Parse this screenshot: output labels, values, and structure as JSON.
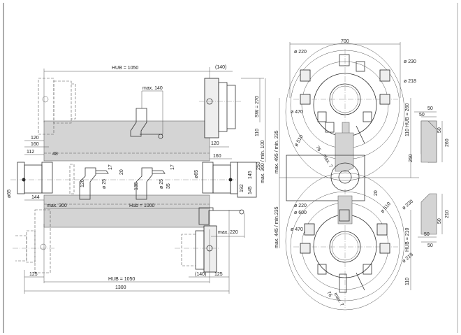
{
  "side_view": {
    "top": {
      "hub": "HUB = 1050",
      "offset": "(140)",
      "max_tool": "max. 140",
      "sw": "SW = 270",
      "dim_110": "110",
      "height": "max. 360 / min. 100"
    },
    "middle": {
      "left_120": "120",
      "left_160": "160",
      "left_112": "112",
      "left_48": "48",
      "right_120": "120",
      "right_160": "160",
      "dia65_right": "ø65",
      "dia65_left": "ø65",
      "dim_250": "250",
      "dim_145a": "145",
      "dim_192": "192",
      "dim_145b": "145",
      "t1_17": "17",
      "t1_20": "20",
      "t1_120": "120",
      "t1_d25": "ø 25",
      "t2_17": "17",
      "t2_135": "135",
      "t2_d25": "ø 25",
      "t2_35": "35",
      "dim_144": "144"
    },
    "bottom": {
      "max_300": "max. 300",
      "hub_1000": "Hub = 1000",
      "max_220": "max. 220",
      "left_125": "125",
      "hub": "HUB = 1050",
      "offset": "(140)",
      "right_125": "125",
      "total": "1300"
    }
  },
  "front_view": {
    "width": "700",
    "upper": {
      "d220": "ø 220",
      "d230": "ø 230",
      "d218": "ø 218",
      "d470": "ø 470",
      "d510": "ø 510",
      "hub": "HUB = 260",
      "dim_110": "110",
      "dim_250": "250",
      "height": "max. 495 / min. 235",
      "dim_76": "76",
      "max7": "max. 7",
      "dim_20": "20"
    },
    "lower": {
      "d220": "ø 220",
      "d600": "ø 600",
      "d470": "ø 470",
      "d510": "ø 510",
      "d230": "ø 230",
      "hub": "HUB = 210",
      "d218": "ø 218",
      "dim_110": "110",
      "height": "max. 445 / min.235",
      "dim_76": "76",
      "max7": "max. 7"
    }
  },
  "profiles": {
    "upper": {
      "top50a": "50",
      "top50b": "50",
      "side50": "50",
      "height": "260"
    },
    "lower": {
      "height": "210",
      "side50": "50",
      "bot50a": "50",
      "bot50b": "50"
    }
  }
}
